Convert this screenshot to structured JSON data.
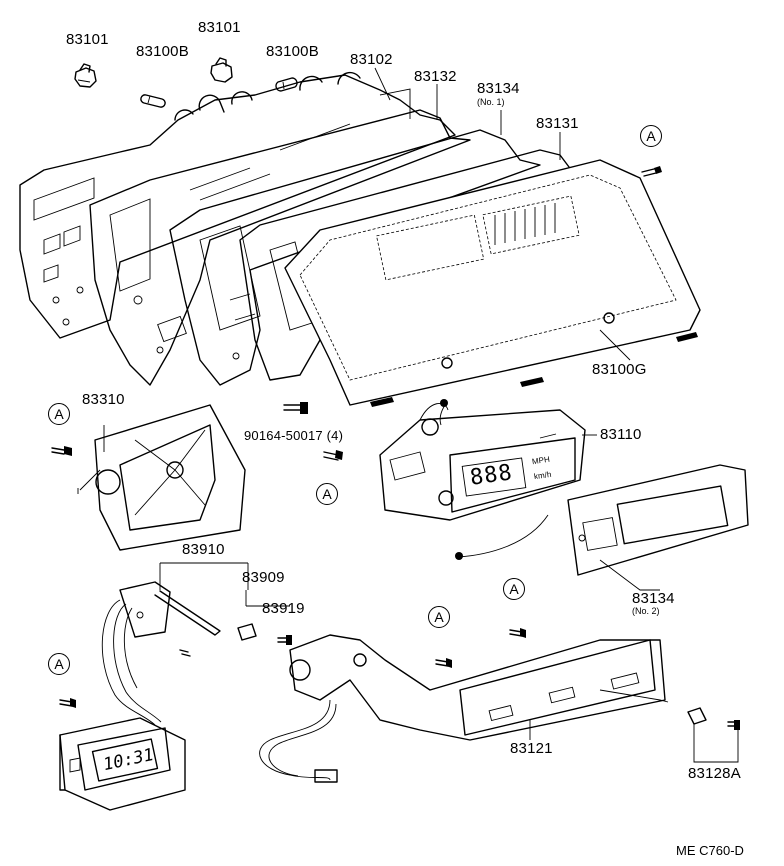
{
  "parts": {
    "p83101_a": "83101",
    "p83100b_a": "83100B",
    "p83101_b": "83101",
    "p83100b_b": "83100B",
    "p83102": "83102",
    "p83132": "83132",
    "p83134_no1": "83134",
    "p83134_no1_sub": "(No. 1)",
    "p83131": "83131",
    "p83100g": "83100G",
    "p83310": "83310",
    "screw_90164": "90164-50017 (4)",
    "p83110": "83110",
    "p83134_no2": "83134",
    "p83134_no2_sub": "(No. 2)",
    "p83910": "83910",
    "p83909": "83909",
    "p83919": "83919",
    "p83121": "83121",
    "p83128a": "83128A"
  },
  "reference_marker": "A",
  "display_readouts": {
    "clock_time": "10:31",
    "odometer_digits": "888",
    "unit_mph": "MPH",
    "unit_kmh": "km/h"
  },
  "diagram_code": "ME C760-D"
}
